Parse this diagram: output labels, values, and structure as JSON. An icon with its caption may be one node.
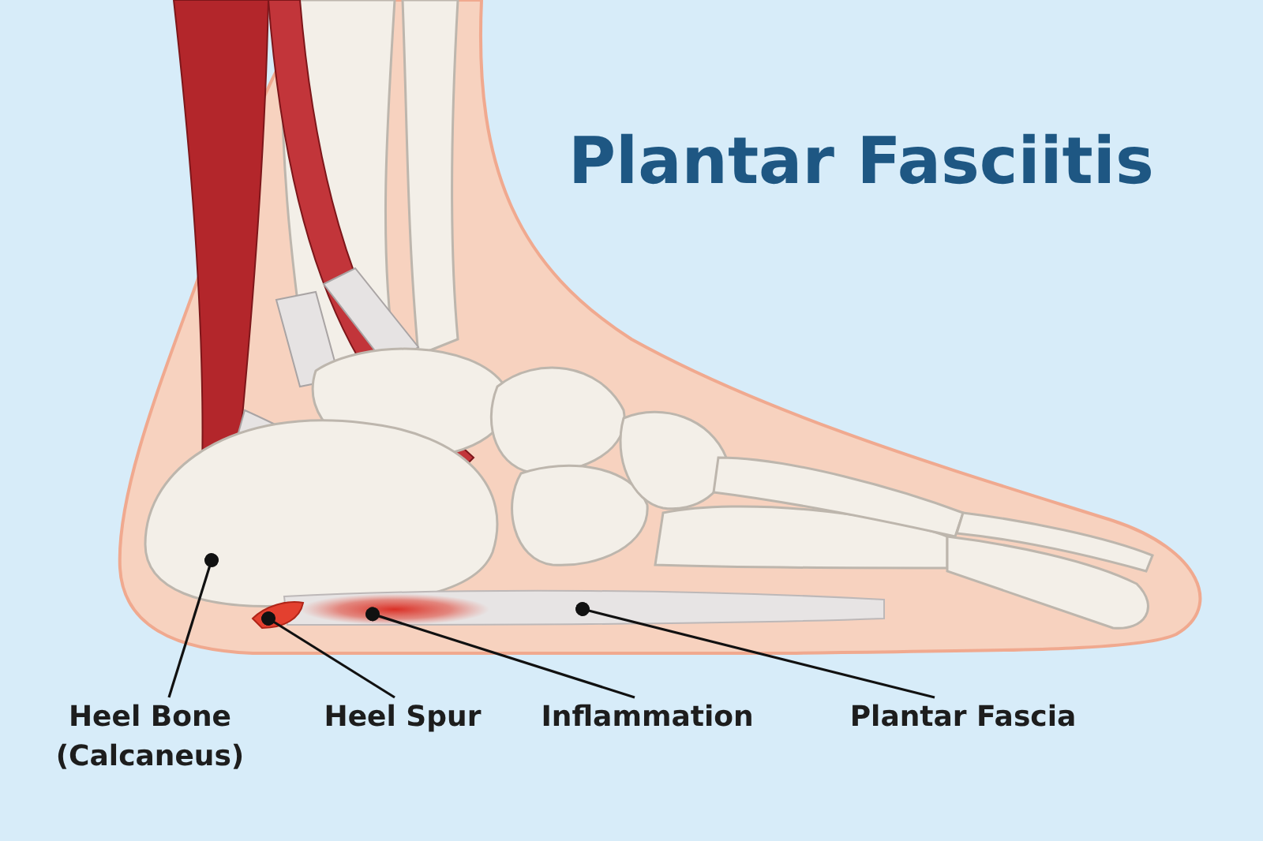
{
  "diagram": {
    "title": "Plantar Fasciitis",
    "nodes": [
      {
        "text": [
          "Heel Bone (Calcaneus)"
        ]
      },
      {
        "text": [
          "Heel Spur"
        ]
      },
      {
        "text": [
          "Inflammation"
        ]
      },
      {
        "text": [
          "Plantar Fascia"
        ]
      },
      {
        "text": [],
        "shape": "picture"
      },
      {
        "text": [],
        "shape": "picture"
      },
      {
        "text": [],
        "shape": "picture"
      },
      {
        "text": [],
        "shape": "picture",
        "in": 6
      }
    ],
    "edges": [
      {
        "from": 0,
        "to": 4,
        "arrow": "other"
      },
      {
        "from": 1,
        "to": 5,
        "arrow": "other"
      },
      {
        "from": 2,
        "to": 7,
        "arrow": "other"
      },
      {
        "from": 3,
        "to": 6,
        "arrow": "other"
      }
    ]
  }
}
